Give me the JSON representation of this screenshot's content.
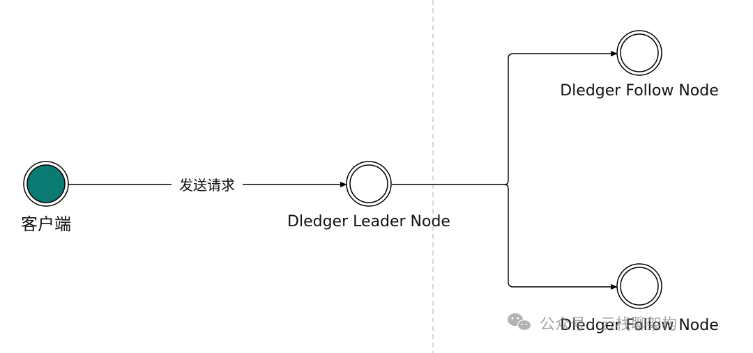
{
  "nodes": {
    "client": {
      "label": "客户端"
    },
    "leader": {
      "label": "Dledger Leader Node"
    },
    "follower_top": {
      "label": "Dledger Follow Node"
    },
    "follower_bottom": {
      "label": "Dledger Follow Node"
    }
  },
  "edges": {
    "request": {
      "label": "发送请求"
    }
  },
  "watermark": {
    "text": "公众号 · 云栈聊架构"
  },
  "colors": {
    "client_fill": "#0b7a73",
    "line": "#000000",
    "divider": "#bdbdbd",
    "watermark": "#9a9a9a"
  }
}
